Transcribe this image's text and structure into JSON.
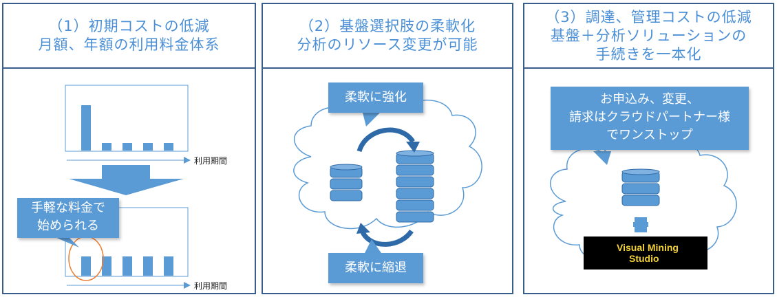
{
  "panels": [
    {
      "title_lines": [
        "（1）初期コストの低減",
        "月額、年額の利用料金体系"
      ],
      "axis_label_top": "利用期間",
      "axis_label_bottom": "利用期間",
      "callout_lines": [
        "手軽な料金で",
        "始められる"
      ]
    },
    {
      "title_lines": [
        "（2）基盤選択肢の柔軟化",
        "分析のリソース変更が可能"
      ],
      "callout_top": "柔軟に強化",
      "callout_bottom": "柔軟に縮退"
    },
    {
      "title_lines": [
        "（3）調達、管理コストの低減",
        "基盤＋分析ソリューションの",
        "手続きを一本化"
      ],
      "callout_lines": [
        "お申込み、変更、",
        "請求はクラウドパートナー様",
        "でワンストップ"
      ],
      "plus_sign": "+",
      "logo_lines": [
        "Visual Mining",
        "Studio"
      ]
    }
  ],
  "colors": {
    "border": "#3a5e8c",
    "title": "#4a8fd6",
    "accent": "#5b9bd5",
    "highlight": "#ed7d31"
  },
  "icons": [
    "database-icon",
    "cycle-arrow-icon",
    "cloud-icon",
    "down-arrow-icon",
    "right-arrow-icon",
    "pickaxe-icon"
  ]
}
